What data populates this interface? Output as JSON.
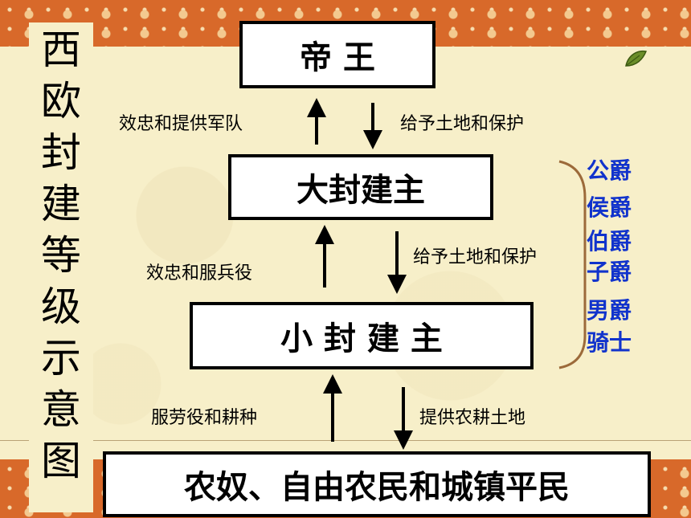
{
  "title_vertical": [
    "西",
    "欧",
    "封",
    "建",
    "等",
    "级",
    "示",
    "意",
    "图"
  ],
  "levels": {
    "emperor": "帝 王",
    "great_lord": "大封建主",
    "lesser_lord": "小 封 建 主",
    "commoners": "农奴、自由农民和城镇平民"
  },
  "relations": {
    "up_1": "效忠和提供军队",
    "down_1": "给予土地和保护",
    "up_2": "效忠和服兵役",
    "down_2": "给予土地和保护",
    "up_3": "服劳役和耕种",
    "down_3": "提供农耕土地"
  },
  "ranks": [
    "公爵",
    "侯爵",
    "伯爵",
    "子爵",
    "男爵",
    "骑士"
  ],
  "colors": {
    "band": "#d8692a",
    "background": "#f7efc9",
    "rank_text": "#1133cc",
    "bracket": "#9c6a3a"
  }
}
